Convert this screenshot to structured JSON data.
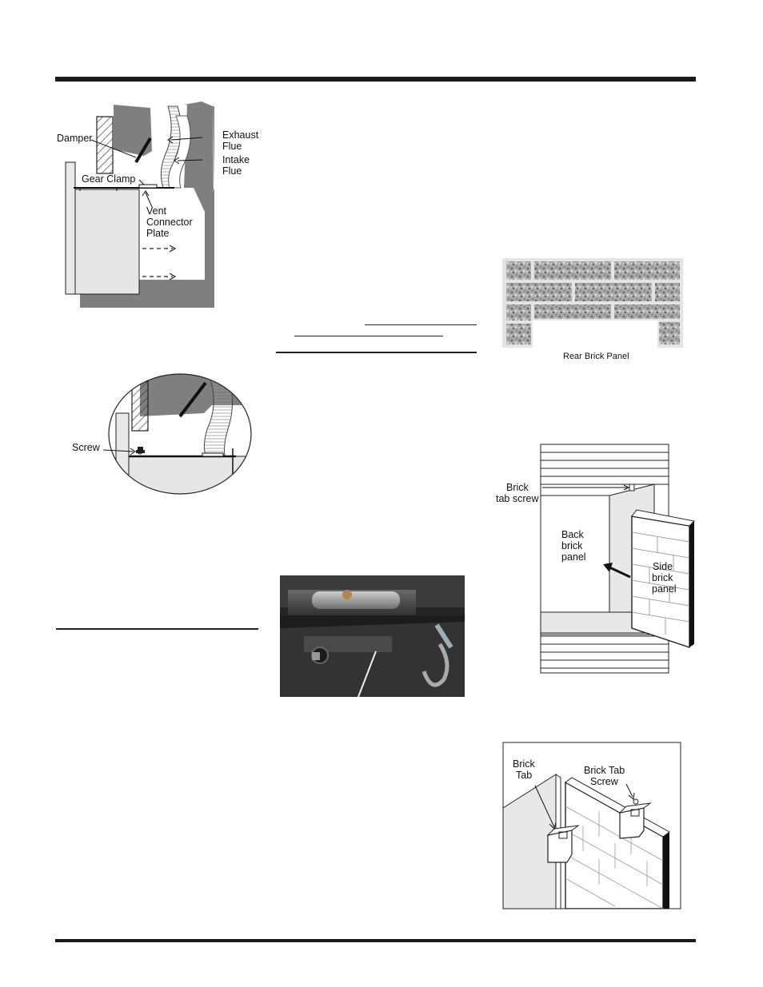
{
  "figures": {
    "vent_diagram": {
      "damper": "Damper",
      "exhaust_flue": [
        "Exhaust",
        "Flue"
      ],
      "intake_flue": [
        "Intake",
        "Flue"
      ],
      "gear_clamp": "Gear Clamp",
      "vent_connector_plate": [
        "Vent",
        "Connector",
        "Plate"
      ]
    },
    "screw_detail": {
      "screw": "Screw"
    },
    "rear_brick_panel": {
      "caption": "Rear Brick Panel"
    },
    "brick_install": {
      "brick_tab_screw": [
        "Brick",
        "tab screw"
      ],
      "back_brick_panel": [
        "Back",
        "brick",
        "panel"
      ],
      "side_brick_panel": [
        "Side",
        "brick",
        "panel"
      ]
    },
    "brick_tab_detail": {
      "brick_tab": [
        "Brick",
        "Tab"
      ],
      "brick_tab_screw": [
        "Brick Tab",
        "Screw"
      ]
    }
  },
  "colors": {
    "rule": "#1a1a1a",
    "firebox_gray": "#7f7f7f",
    "panel_light": "#e6e6e6"
  }
}
